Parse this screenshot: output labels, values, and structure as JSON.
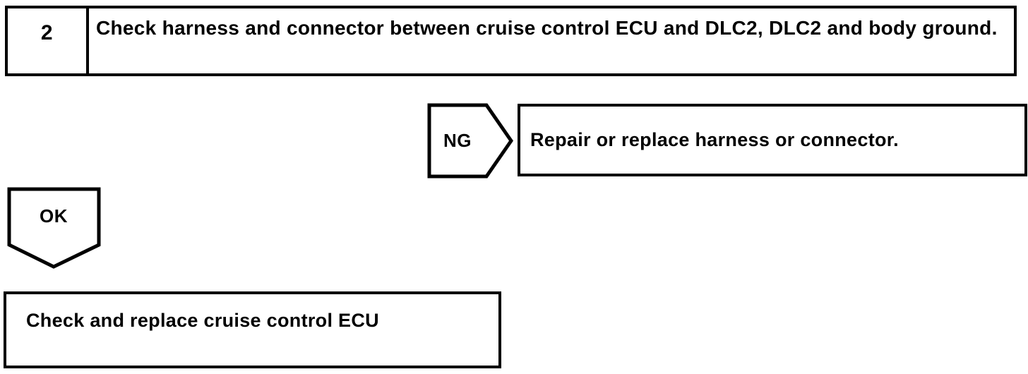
{
  "page": {
    "background": "#ffffff",
    "ink": "#000000"
  },
  "flowchart": {
    "step_box": {
      "number": "2",
      "instruction": "Check harness and connector between cruise control ECU and DLC2, DLC2 and body ground."
    },
    "ng_branch": {
      "connector_label": "NG",
      "action": "Repair or replace harness or connector."
    },
    "ok_branch": {
      "connector_label": "OK",
      "action": "Check and replace cruise control ECU"
    }
  }
}
